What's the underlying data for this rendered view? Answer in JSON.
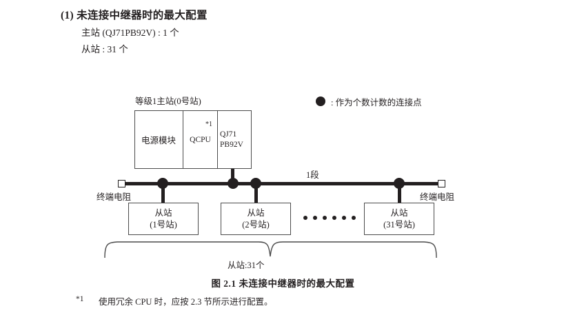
{
  "header": {
    "title": "(1) 未连接中继器时的最大配置",
    "line1": "主站 (QJ71PB92V) : 1 个",
    "line2": "从站 : 31 个"
  },
  "legend": {
    "marker": "filled-circle",
    "text": ": 作为个数计数的连接点"
  },
  "diagram": {
    "master": {
      "label": "等级1主站(0号站)",
      "cells": {
        "power": "电源模块",
        "cpu": "QCPU",
        "cpu_note": "*1",
        "network_line1": "QJ71",
        "network_line2": "PB92V"
      }
    },
    "bus": {
      "segment_label": "1段",
      "terminator_left": "终端电阻",
      "terminator_right": "终端电阻"
    },
    "slaves": [
      {
        "line1": "从站",
        "line2": "(1号站)"
      },
      {
        "line1": "从站",
        "line2": "(2号站)"
      },
      {
        "line1": "从站",
        "line2": "(31号站)"
      }
    ],
    "ellipsis_dots": 6,
    "brace_label": "从站:31个"
  },
  "caption": "图 2.1  未连接中继器时的最大配置",
  "footnote": {
    "mark": "*1",
    "text": "使用冗余 CPU 时，应按 2.3 节所示进行配置。"
  },
  "colors": {
    "ink": "#231f20",
    "box_border": "#4a4a4a",
    "background": "#ffffff"
  }
}
